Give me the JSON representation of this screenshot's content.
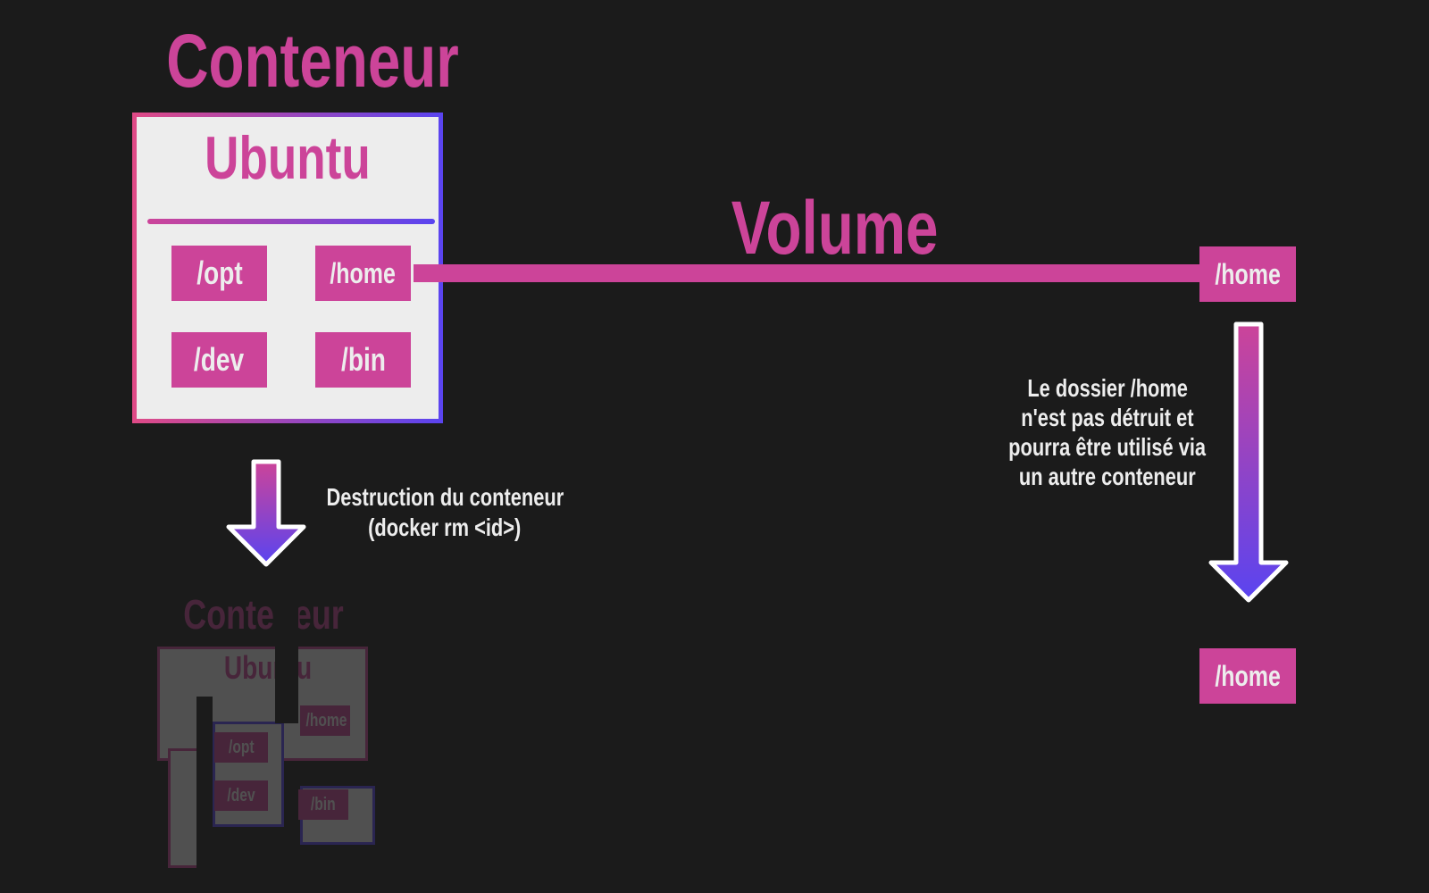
{
  "colors": {
    "background": "#1b1b1b",
    "accent": "#cc4499",
    "gradient_end": "#5a44f0",
    "box_fill": "#ededed",
    "text_light": "#ededed"
  },
  "container": {
    "title": "Conteneur",
    "os": "Ubuntu",
    "dirs": {
      "opt": "/opt",
      "home": "/home",
      "dev": "/dev",
      "bin": "/bin"
    }
  },
  "volume": {
    "label": "Volume",
    "host_dir": "/home"
  },
  "destruction": {
    "line1": "Destruction du conteneur",
    "line2": "(docker rm <id>)",
    "arrow_icon": "arrow-down-icon"
  },
  "persistence_note": {
    "line1": "Le dossier /home",
    "line2": "n'est pas détruit et",
    "line3": "pourra être utilisé via",
    "line4": "un autre conteneur",
    "arrow_icon": "arrow-down-icon"
  },
  "remaining": {
    "host_dir": "/home"
  }
}
